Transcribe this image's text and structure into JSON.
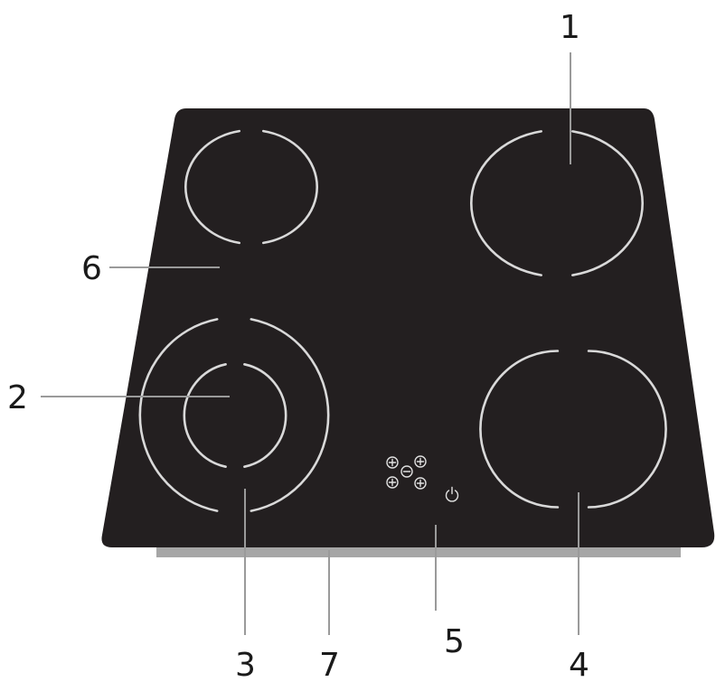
{
  "diagram": {
    "colors": {
      "glass_top": "#231f20",
      "zone_ring": "#d9d9d9",
      "frame_edge": "#a6a6a6",
      "leader_line": "#9a9a9a",
      "label_text": "#1a1a1a",
      "control_symbols": "#e0e0e0"
    },
    "callouts": {
      "c1": "1",
      "c2": "2",
      "c3": "3",
      "c4": "4",
      "c5": "5",
      "c6": "6",
      "c7": "7"
    },
    "control_panel": {
      "plus_icon": "+",
      "minus_icon": "−",
      "power_icon": "power-symbol"
    }
  }
}
